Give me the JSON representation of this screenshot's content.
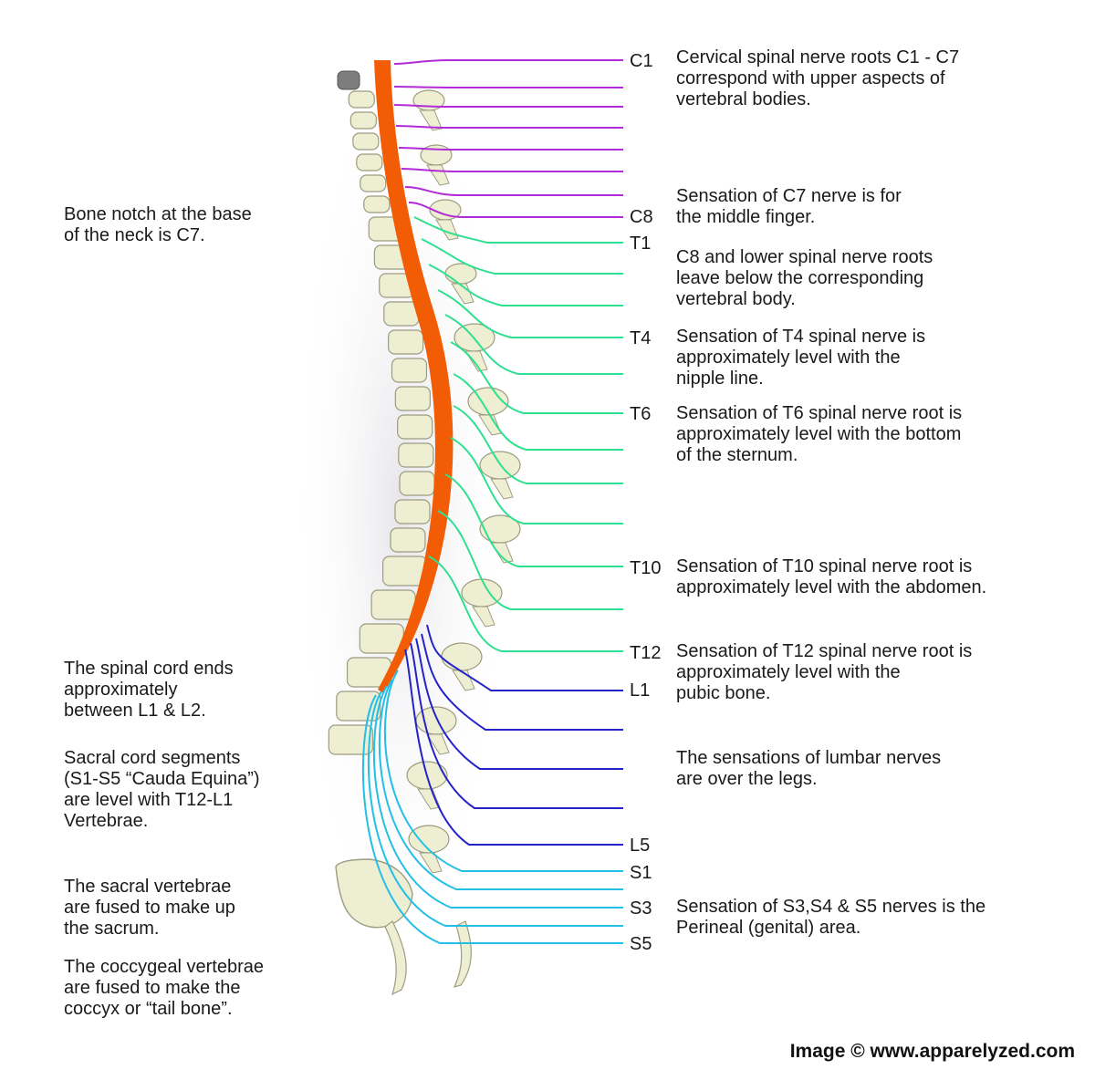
{
  "colors": {
    "cervical": "#b22bd6",
    "thoracic": "#2ee08f",
    "lumbar": "#2323c8",
    "sacral": "#23bfe6",
    "cord": "#f25c05",
    "bone": "#eeeed3",
    "bone_shade": "#9c9c80"
  },
  "levels": [
    {
      "label": "C1"
    },
    {
      "label": "C8"
    },
    {
      "label": "T1"
    },
    {
      "label": "T4"
    },
    {
      "label": "T6"
    },
    {
      "label": "T10"
    },
    {
      "label": "T12"
    },
    {
      "label": "L1"
    },
    {
      "label": "L5"
    },
    {
      "label": "S1"
    },
    {
      "label": "S3"
    },
    {
      "label": "S5"
    }
  ],
  "right_notes": [
    {
      "lines": [
        "Cervical spinal nerve roots C1 - C7",
        "correspond with upper aspects of",
        "vertebral bodies."
      ]
    },
    {
      "lines": [
        "Sensation of C7 nerve is for",
        "the middle finger."
      ]
    },
    {
      "lines": [
        "C8 and lower spinal nerve roots",
        "leave below the corresponding",
        "vertebral body."
      ]
    },
    {
      "lines": [
        "Sensation of T4 spinal nerve is",
        "approximately level with the",
        "nipple line."
      ]
    },
    {
      "lines": [
        "Sensation of T6 spinal nerve root is",
        "approximately level with the bottom",
        "of the sternum."
      ]
    },
    {
      "lines": [
        "Sensation of T10 spinal nerve root is",
        "approximately level with the abdomen."
      ]
    },
    {
      "lines": [
        "Sensation of T12 spinal nerve root is",
        "approximately level with the",
        "pubic bone."
      ]
    },
    {
      "lines": [
        "The sensations of lumbar nerves",
        "are over the legs."
      ]
    },
    {
      "lines": [
        "Sensation of S3,S4 & S5 nerves is the",
        "Perineal (genital) area."
      ]
    }
  ],
  "left_notes": [
    {
      "lines": [
        "Bone notch at the base",
        "of the neck is C7."
      ]
    },
    {
      "lines": [
        "The spinal cord ends",
        "approximately",
        "between L1 & L2."
      ]
    },
    {
      "lines": [
        "Sacral cord segments",
        "(S1-S5 “Cauda Equina”)",
        "are level with T12-L1",
        "Vertebrae."
      ]
    },
    {
      "lines": [
        "The sacral vertebrae",
        "are fused to make up",
        "the sacrum."
      ]
    },
    {
      "lines": [
        "The coccygeal vertebrae",
        "are fused to make the",
        "coccyx or “tail bone”."
      ]
    }
  ],
  "credit": "Image © www.apparelyzed.com"
}
